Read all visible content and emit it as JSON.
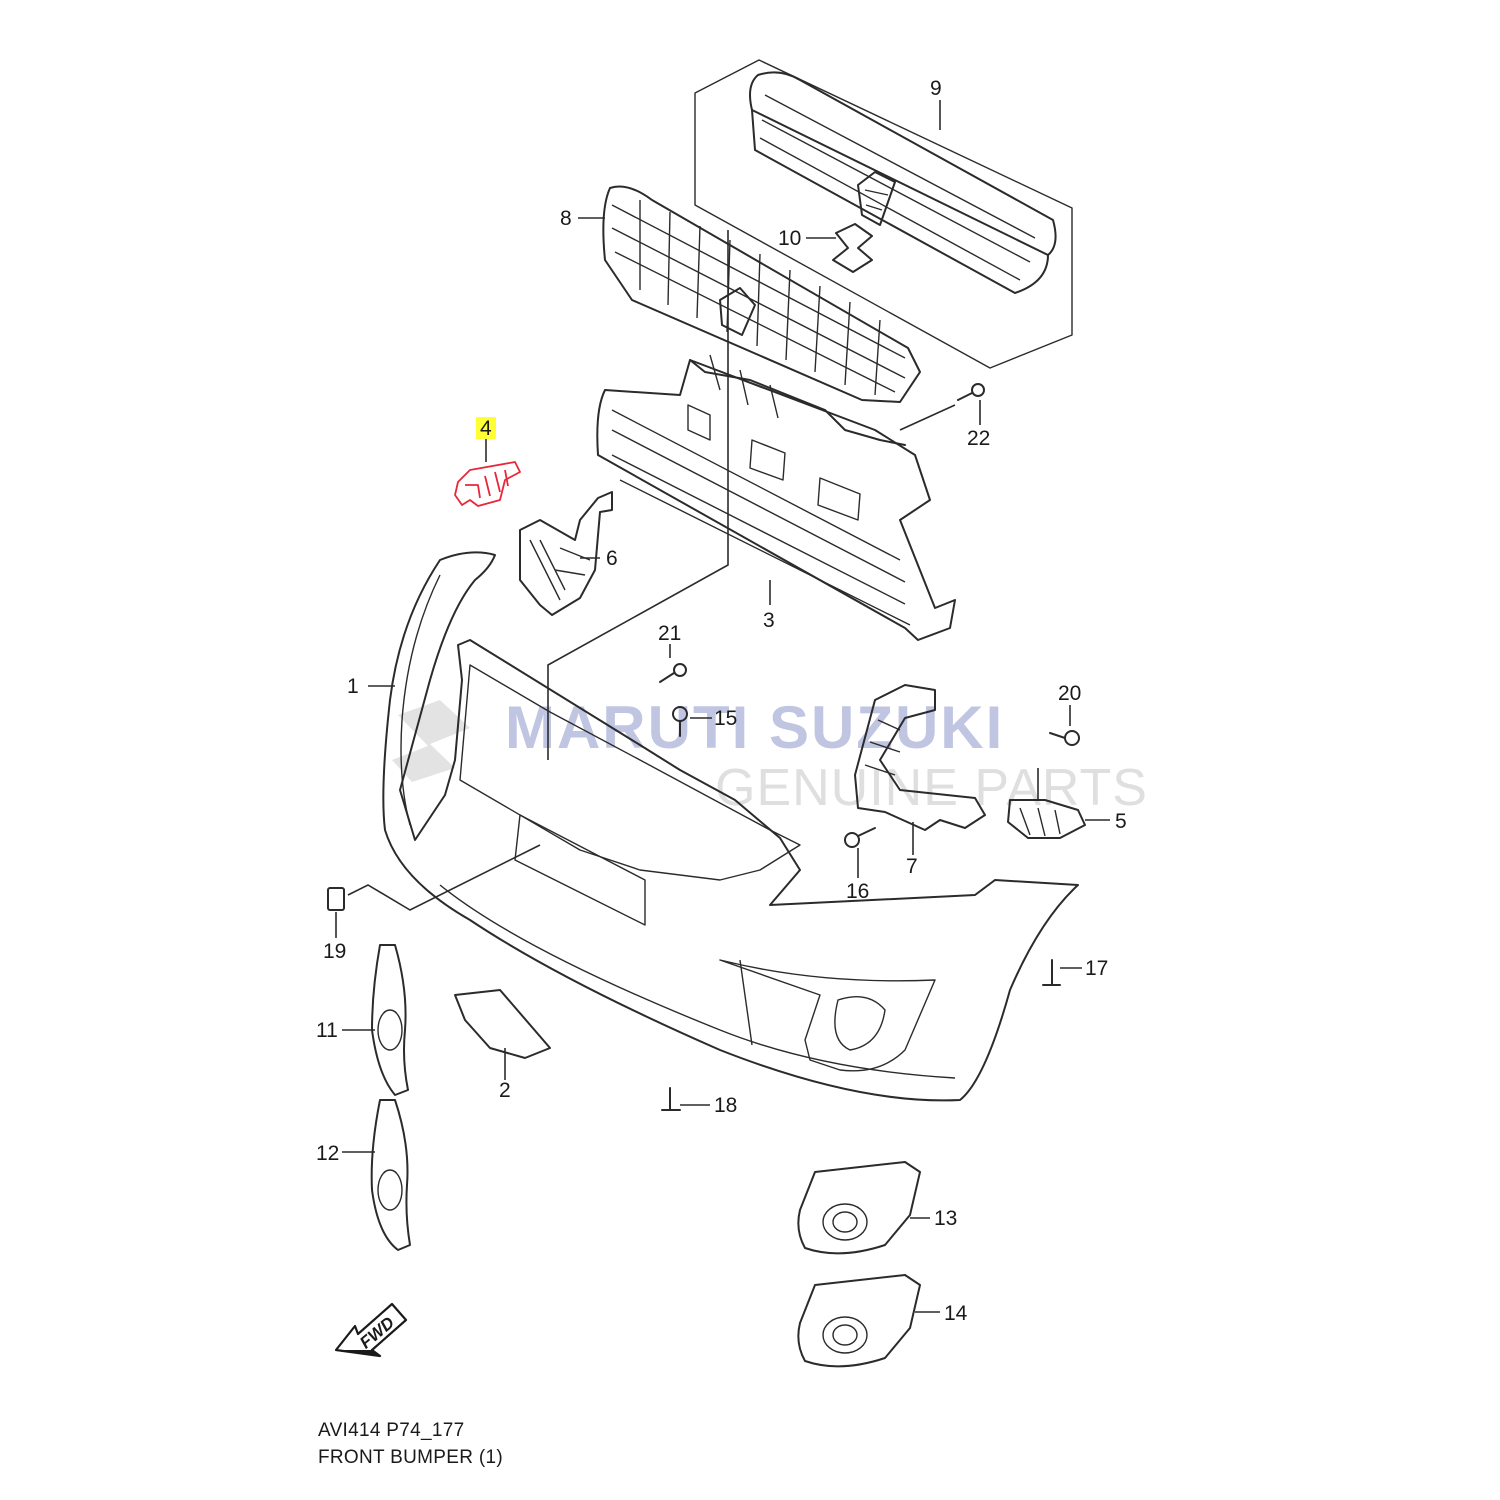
{
  "diagram": {
    "watermark": {
      "line1": "MARUTI SUZUKI",
      "line2": "GENUINE PARTS"
    },
    "fwd_label": "FWD",
    "highlighted_callout": "4",
    "highlight_color": "#ffff33",
    "highlight_part_color": "#e8283a",
    "callouts": [
      "1",
      "2",
      "3",
      "4",
      "5",
      "6",
      "7",
      "8",
      "9",
      "10",
      "11",
      "12",
      "13",
      "14",
      "15",
      "16",
      "17",
      "18",
      "19",
      "20",
      "21",
      "22"
    ]
  },
  "footer": {
    "code": "AVI414 P74_177",
    "title": "FRONT BUMPER (1)"
  }
}
